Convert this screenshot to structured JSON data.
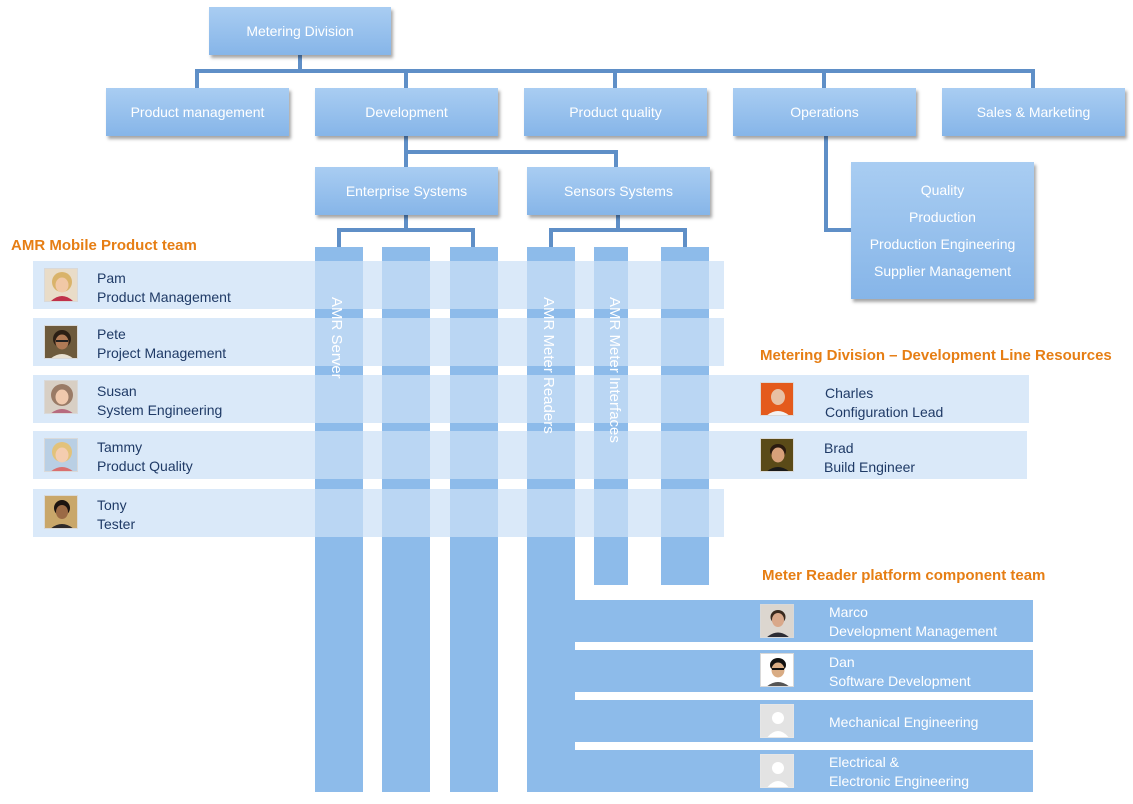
{
  "org": {
    "root": "Metering Division",
    "departments": [
      "Product management",
      "Development",
      "Product quality",
      "Operations",
      "Sales & Marketing"
    ],
    "dev_groups": [
      "Enterprise Systems",
      "Sensors Systems"
    ],
    "operations_units": [
      "Quality",
      "Production",
      "Production Engineering",
      "Supplier Management"
    ]
  },
  "columns": {
    "amr_server": "AMR Server",
    "amr_meter_readers": "AMR Meter Readers",
    "amr_meter_interfaces": "AMR Meter Interfaces"
  },
  "sections": {
    "mobile_team": "AMR Mobile Product team",
    "line_resources": "Metering Division – Development Line Resources",
    "platform_team": "Meter Reader platform component team"
  },
  "mobile_team": [
    {
      "name": "Pam",
      "role": "Product Management",
      "avatar": "photo-woman-blond"
    },
    {
      "name": "Pete",
      "role": "Project Management",
      "avatar": "photo-man-glasses"
    },
    {
      "name": "Susan",
      "role": "System Engineering",
      "avatar": "photo-woman-curly"
    },
    {
      "name": "Tammy",
      "role": "Product Quality",
      "avatar": "photo-woman-blond-2"
    },
    {
      "name": "Tony",
      "role": "Tester",
      "avatar": "photo-man-dark"
    }
  ],
  "line_resources": [
    {
      "name": "Charles",
      "role": "Configuration Lead",
      "avatar": "photo-man-orange-bg"
    },
    {
      "name": "Brad",
      "role": "Build Engineer",
      "avatar": "photo-man-smiling"
    }
  ],
  "platform_team": [
    {
      "name": "Marco",
      "role": "Development Management",
      "avatar": "photo-man-suit"
    },
    {
      "name": "Dan",
      "role": "Software Development",
      "avatar": "photo-man-smile-2"
    },
    {
      "name": "Mechanical Engineering",
      "role": "",
      "avatar": "placeholder-person-icon"
    },
    {
      "name": "Electrical &",
      "role": "Electronic Engineering",
      "avatar": "placeholder-person-icon"
    }
  ],
  "colors": {
    "box": "#8fbcea",
    "connector": "#5f8fc7",
    "band": "#cfe2f6",
    "accent_orange": "#e67e14",
    "text_dark": "#1f3a66"
  }
}
